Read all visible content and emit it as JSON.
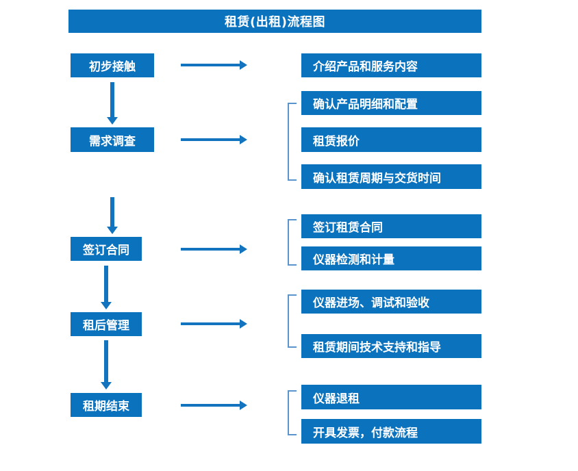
{
  "diagram": {
    "title": "租赁(出租)流程图",
    "accent_color": "#0B72BE",
    "arrow_color": "#1273BE",
    "brace_color": "#5B93CC",
    "title_text_color": "#FFFFFF"
  },
  "stages": [
    {
      "label": "初步接触"
    },
    {
      "label": "需求调查"
    },
    {
      "label": "签订合同"
    },
    {
      "label": "租后管理"
    },
    {
      "label": "租期结束"
    }
  ],
  "tasks": [
    {
      "label": "介绍产品和服务内容",
      "stage": "初步接触"
    },
    {
      "label": "确认产品明细和配置",
      "stage": "需求调查"
    },
    {
      "label": "租赁报价",
      "stage": "需求调查"
    },
    {
      "label": "确认租赁周期与交货时间",
      "stage": "需求调查"
    },
    {
      "label": "签订租赁合同",
      "stage": "签订合同"
    },
    {
      "label": "仪器检测和计量",
      "stage": "签订合同"
    },
    {
      "label": "仪器进场、调试和验收",
      "stage": "租后管理"
    },
    {
      "label": "租赁期间技术支持和指导",
      "stage": "租后管理"
    },
    {
      "label": "仪器退租",
      "stage": "租期结束"
    },
    {
      "label": "开具发票，付款流程",
      "stage": "租期结束"
    }
  ]
}
